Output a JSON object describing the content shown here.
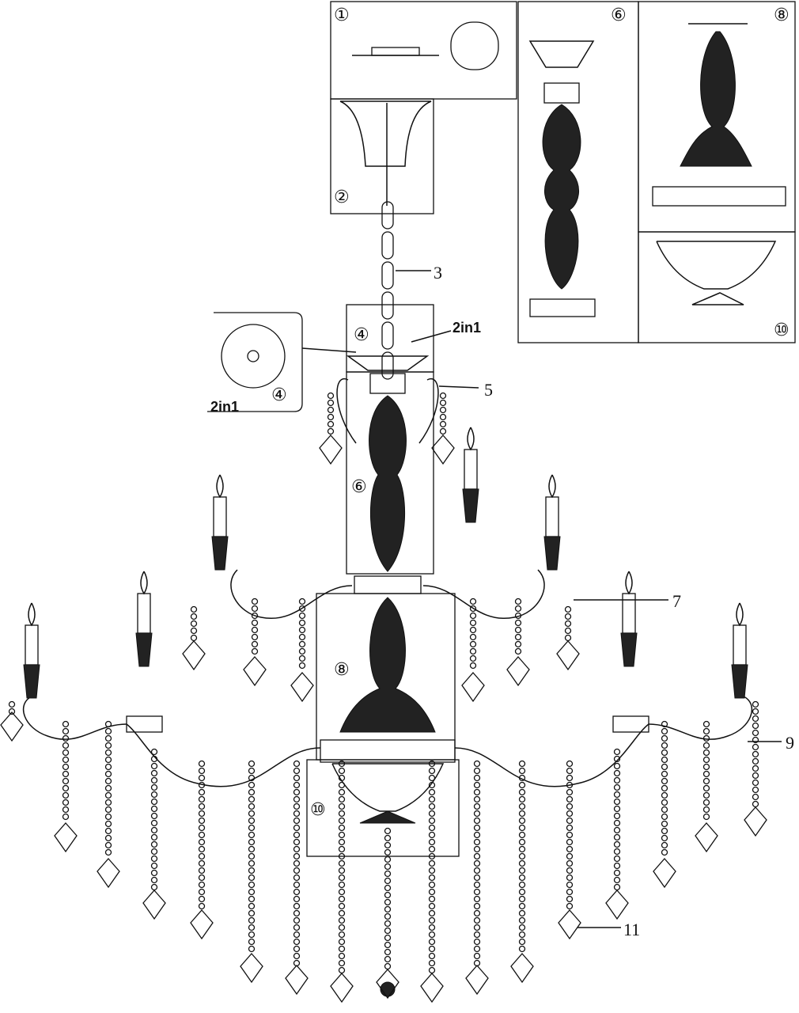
{
  "title": "Chandelier assembly diagram",
  "callouts": {
    "part1": "①",
    "part2": "②",
    "part3": "3",
    "part4": "④",
    "part4_note": "2in1",
    "part4_inset": "④",
    "part4_inset_note": "2in1",
    "part5": "5",
    "part6": "⑥",
    "part6_detail": "⑥",
    "part7": "7",
    "part8": "⑧",
    "part8_detail": "⑧",
    "part9": "9",
    "part10": "⑩",
    "part10_detail": "⑩",
    "part11": "11"
  }
}
